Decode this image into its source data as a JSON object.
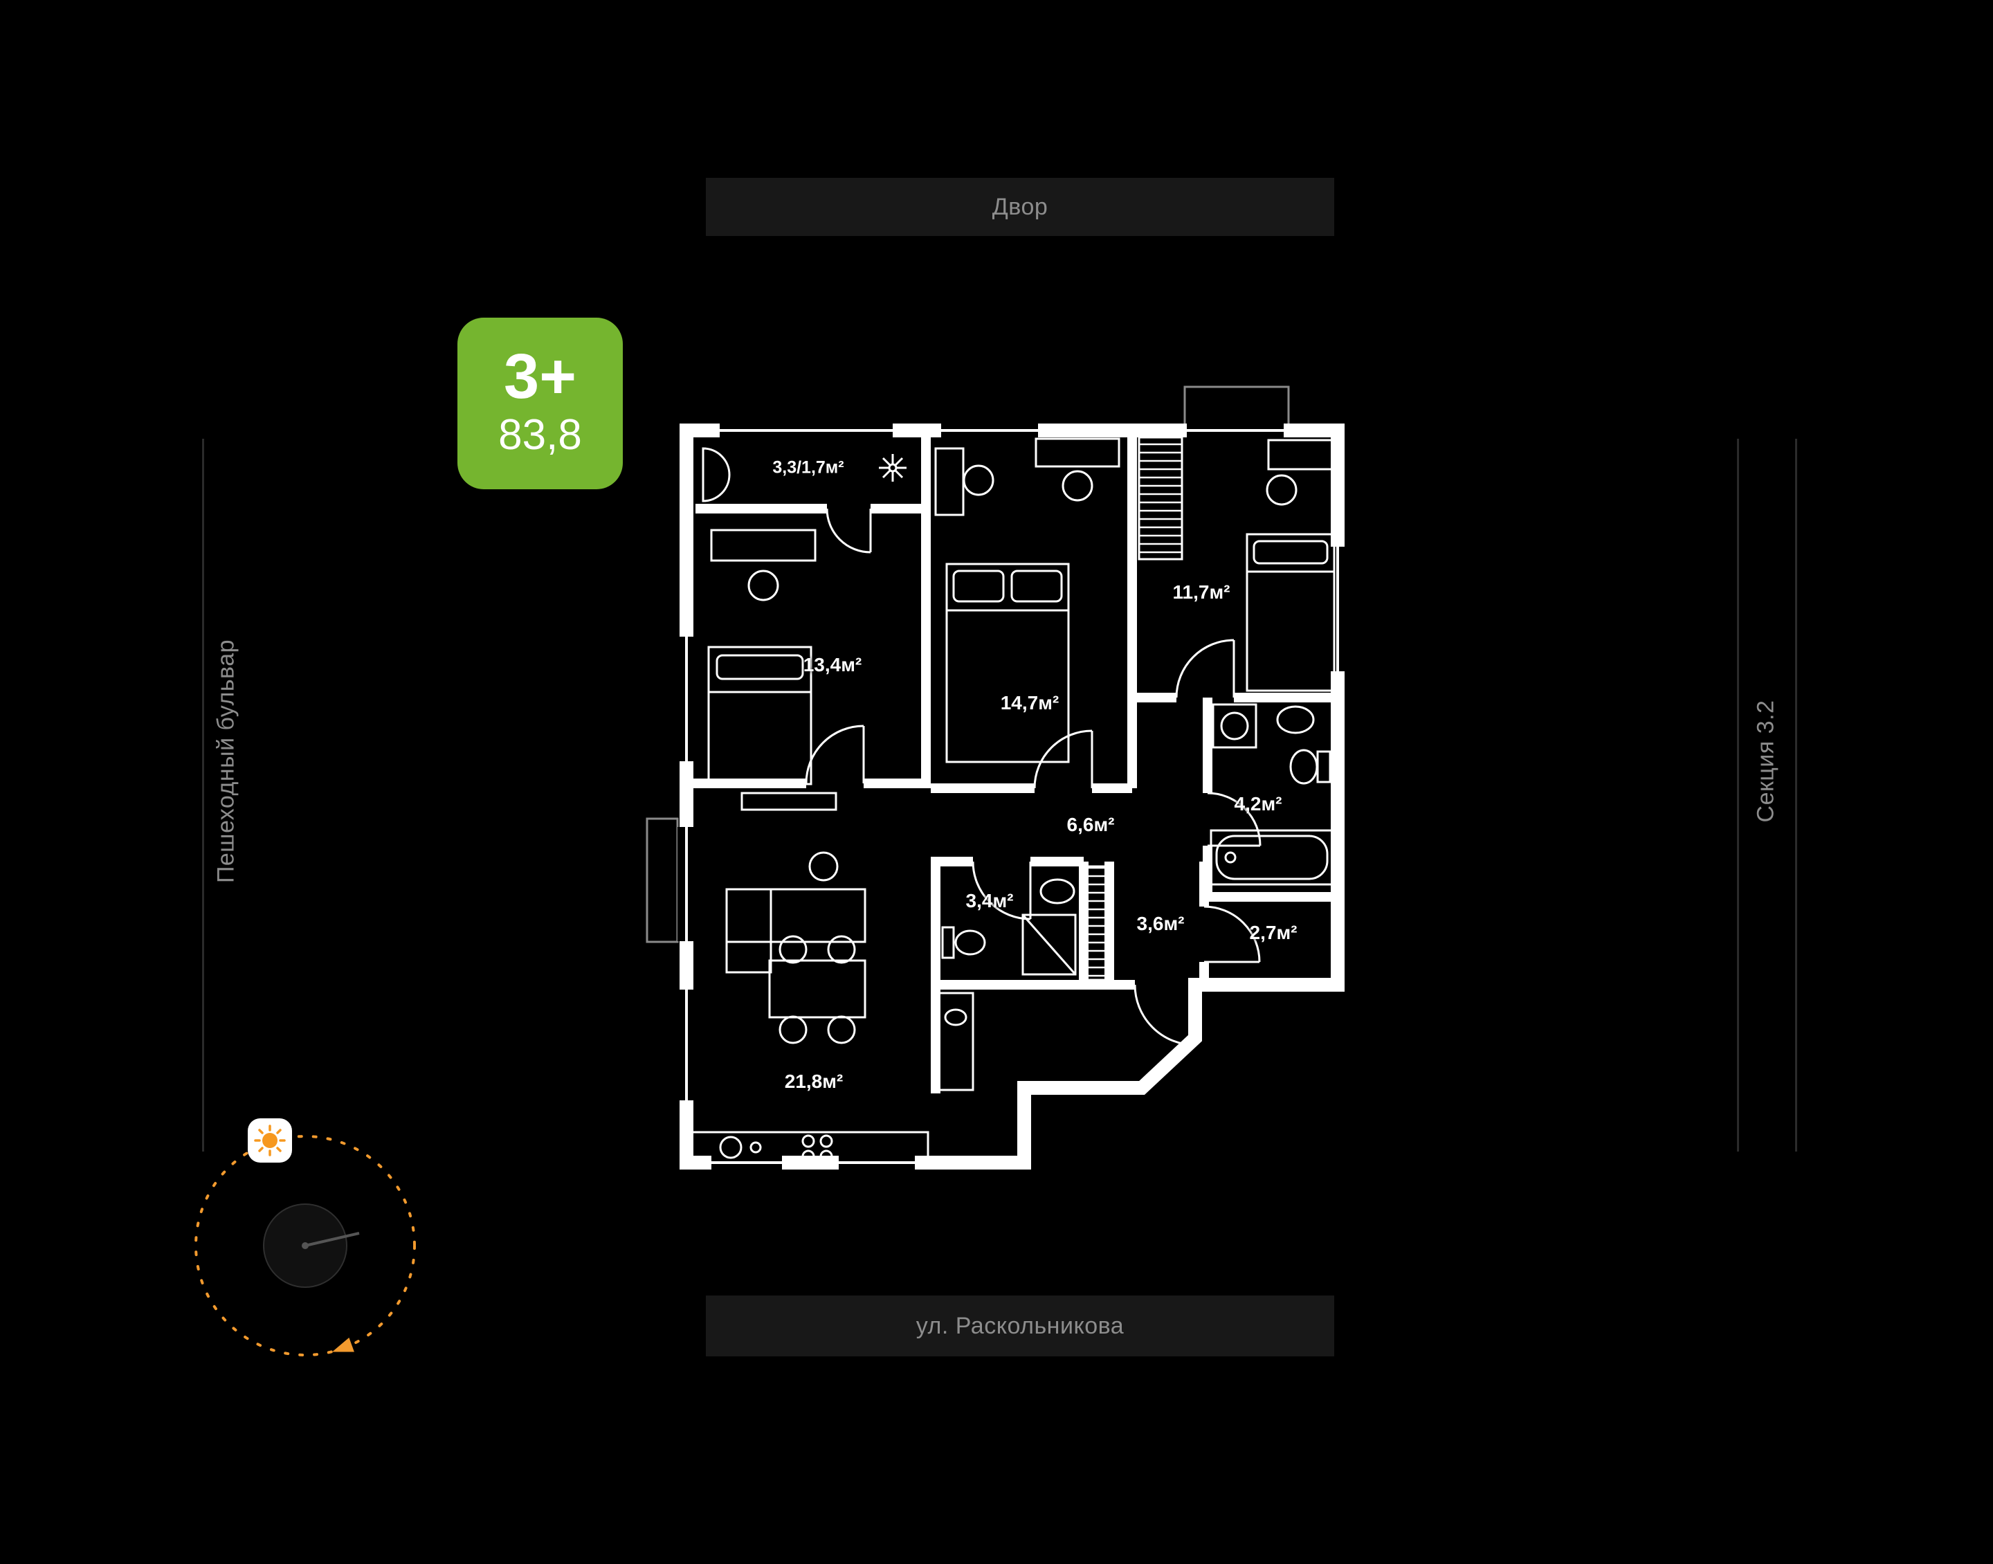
{
  "badge": {
    "rooms": "3+",
    "area": "83,8"
  },
  "surroundings": {
    "top": "Двор",
    "bottom": "ул. Раскольникова",
    "left": "Пешеходный бульвар",
    "right": "Секция 3.2"
  },
  "rooms": [
    {
      "name": "loggia",
      "area": "3,3/1,7м²"
    },
    {
      "name": "bedroom-1",
      "area": "13,4м²"
    },
    {
      "name": "bedroom-2",
      "area": "14,7м²"
    },
    {
      "name": "bedroom-3",
      "area": "11,7м²"
    },
    {
      "name": "hall",
      "area": "6,6м²"
    },
    {
      "name": "bathroom",
      "area": "4,2м²"
    },
    {
      "name": "wc",
      "area": "3,4м²"
    },
    {
      "name": "entry-hall",
      "area": "3,6м²"
    },
    {
      "name": "storage",
      "area": "2,7м²"
    },
    {
      "name": "living-kitchen",
      "area": "21,8м²"
    }
  ],
  "colors": {
    "accent_green": "#75b52f",
    "compass_orange": "#f29a2e",
    "label_gray": "#8d8d8d",
    "walls_white": "#ffffff"
  },
  "icons": [
    "sun-icon",
    "north-arrow-icon",
    "plant-icon"
  ]
}
